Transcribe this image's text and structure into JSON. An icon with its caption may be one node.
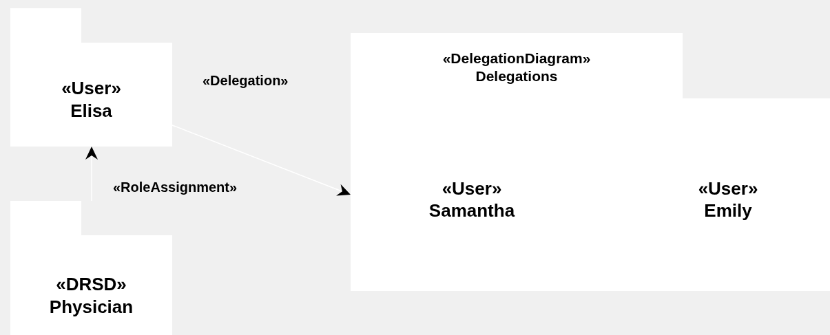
{
  "diagram": {
    "nodes": [
      {
        "text": [
          "«User»",
          "Elisa"
        ]
      },
      {
        "text": [
          "«DRSD»",
          "Physician"
        ]
      },
      {
        "text": [
          "«DelegationDiagram»",
          "Delegations"
        ]
      },
      {
        "text": [
          "«User»",
          "Samantha"
        ],
        "in": 2
      },
      {
        "text": [
          "«User»",
          "Emily"
        ],
        "in": 2
      }
    ],
    "edges": [
      {
        "from": 1,
        "to": 0,
        "arrow": "to",
        "label": "«RoleAssignment»"
      },
      {
        "from": 0,
        "to": 2,
        "arrow": "to",
        "label": "«Delegation»"
      }
    ]
  }
}
